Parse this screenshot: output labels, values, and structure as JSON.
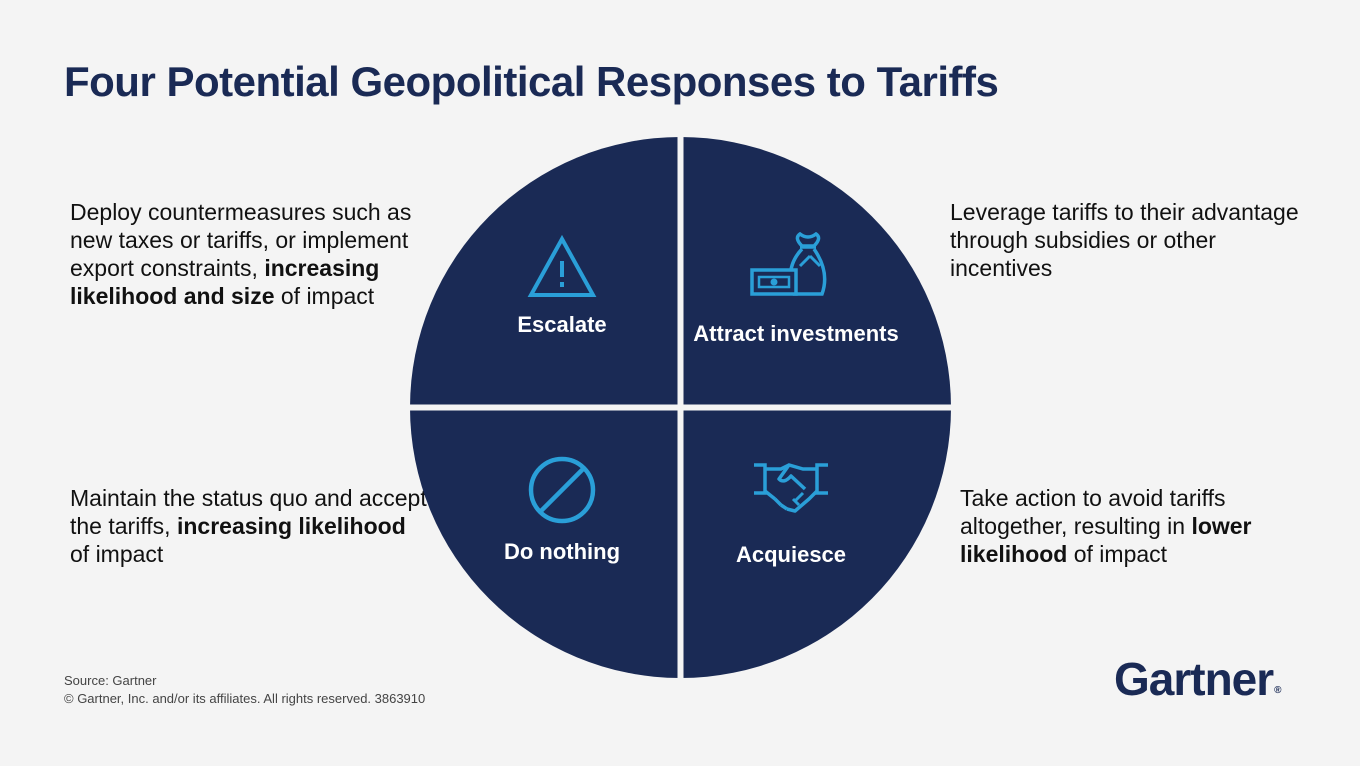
{
  "title": "Four Potential Geopolitical Responses to Tariffs",
  "colors": {
    "quadrant": "#1a2a55",
    "icon": "#2a9fd8",
    "background": "#f4f4f4"
  },
  "quadrants": [
    {
      "label": "Escalate",
      "icon": "warning-triangle-icon",
      "description": {
        "pre": "Deploy countermeasures such as new taxes or tariffs, or implement export constraints, ",
        "bold": "increasing likelihood and size",
        "post": " of impact"
      }
    },
    {
      "label": "Attract investments",
      "icon": "money-bag-icon",
      "description": {
        "pre": "Leverage tariffs to their advantage through subsidies or other incentives",
        "bold": "",
        "post": ""
      }
    },
    {
      "label": "Do nothing",
      "icon": "prohibited-icon",
      "description": {
        "pre": "Maintain the status quo and accept the tariffs, ",
        "bold": "increasing likelihood",
        "post": " of impact"
      }
    },
    {
      "label": "Acquiesce",
      "icon": "handshake-icon",
      "description": {
        "pre": "Take action to avoid tariffs altogether, resulting in ",
        "bold": "lower likelihood",
        "post": " of impact"
      }
    }
  ],
  "footer": {
    "source": "Source: Gartner",
    "copyright": "© Gartner, Inc. and/or its affiliates. All rights reserved. 3863910",
    "logo": "Gartner",
    "logo_mark": "®"
  }
}
